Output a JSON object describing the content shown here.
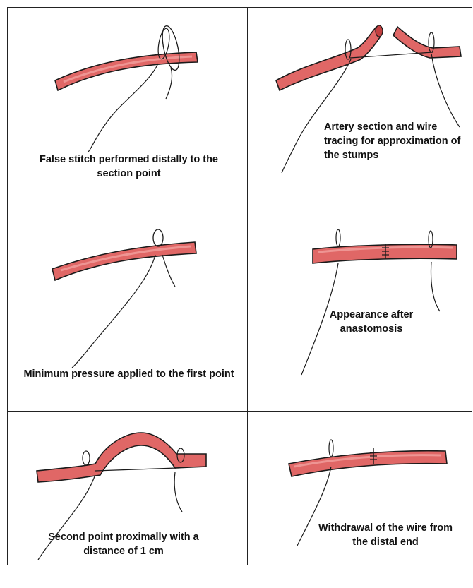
{
  "colors": {
    "artery": "#e06766",
    "artery_dark": "#c23f40",
    "artery_light": "#f3a9a6",
    "outline": "#1a1a1a",
    "thread": "#1a1a1a",
    "border": "#222222"
  },
  "panels": [
    {
      "caption": "False stitch performed distally to the section point"
    },
    {
      "caption": "Artery section and wire tracing for approximation of the stumps"
    },
    {
      "caption": "Minimum pressure applied to the first point"
    },
    {
      "caption": "Appearance after anastomosis"
    },
    {
      "caption": "Second point proximally with a distance of 1 cm"
    },
    {
      "caption": "Withdrawal of the wire from the distal end"
    }
  ]
}
